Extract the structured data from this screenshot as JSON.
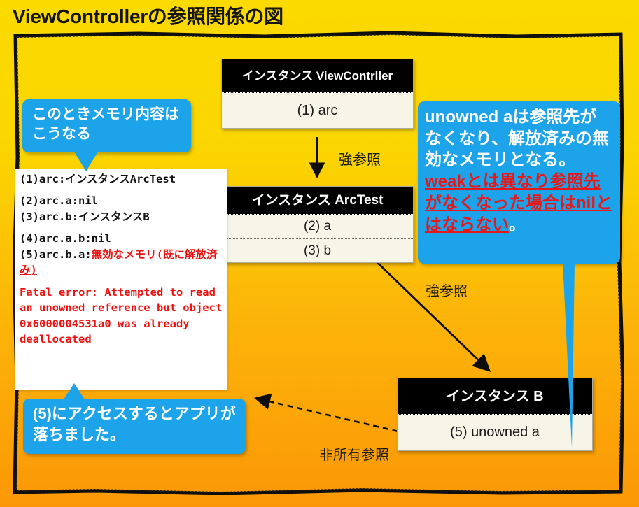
{
  "page": {
    "title": "ViewControllerの参照関係の図",
    "background_top_color": "#FBDA00",
    "background_bottom_color": "#FB9706",
    "frame_color": "#111111"
  },
  "boxes": [
    {
      "id": "view-controller",
      "header": "インスタンス ViewContrller",
      "rows": [
        "(1) arc"
      ]
    },
    {
      "id": "arctest",
      "header": "インスタンス ArcTest",
      "rows": [
        "(2) a",
        "(3) b"
      ]
    },
    {
      "id": "instance-b",
      "header": "インスタンス B",
      "rows": [
        "(5) unowned a"
      ]
    }
  ],
  "memory_panel": {
    "lines": [
      "(1)arc:インスタンスArcTest",
      "(2)arc.a:nil",
      "(3)arc.b:インスタンスB",
      "(4)arc.a.b:nil"
    ],
    "line5_prefix": "(5)arc.b.a:",
    "line5_highlight": "無効なメモリ(既に解放済み)",
    "error_text": "Fatal error: Attempted to read an unowned reference but object 0x6000004531a0 was already deallocated",
    "highlight_color": "#EE1111"
  },
  "callouts": {
    "memory": {
      "text": "このときメモリ内容はこうなる",
      "color": "#1CA3EA"
    },
    "crash": {
      "text": "(5)にアクセスするとアプリが落ちました。",
      "color": "#1CA3EA"
    },
    "unowned": {
      "white_text": "unowned aは参照先がなくなり、解放済みの無効なメモリとなる。",
      "red_text": "weakとは異なり参照先がなくなった場合はnilとはならない",
      "tail_text": "。",
      "color": "#1CA3EA",
      "red_color": "#E81818"
    }
  },
  "arrows": {
    "strong_vertical_label": "強参照",
    "strong_diagonal_label": "強参照",
    "unowned_label": "非所有参照"
  }
}
